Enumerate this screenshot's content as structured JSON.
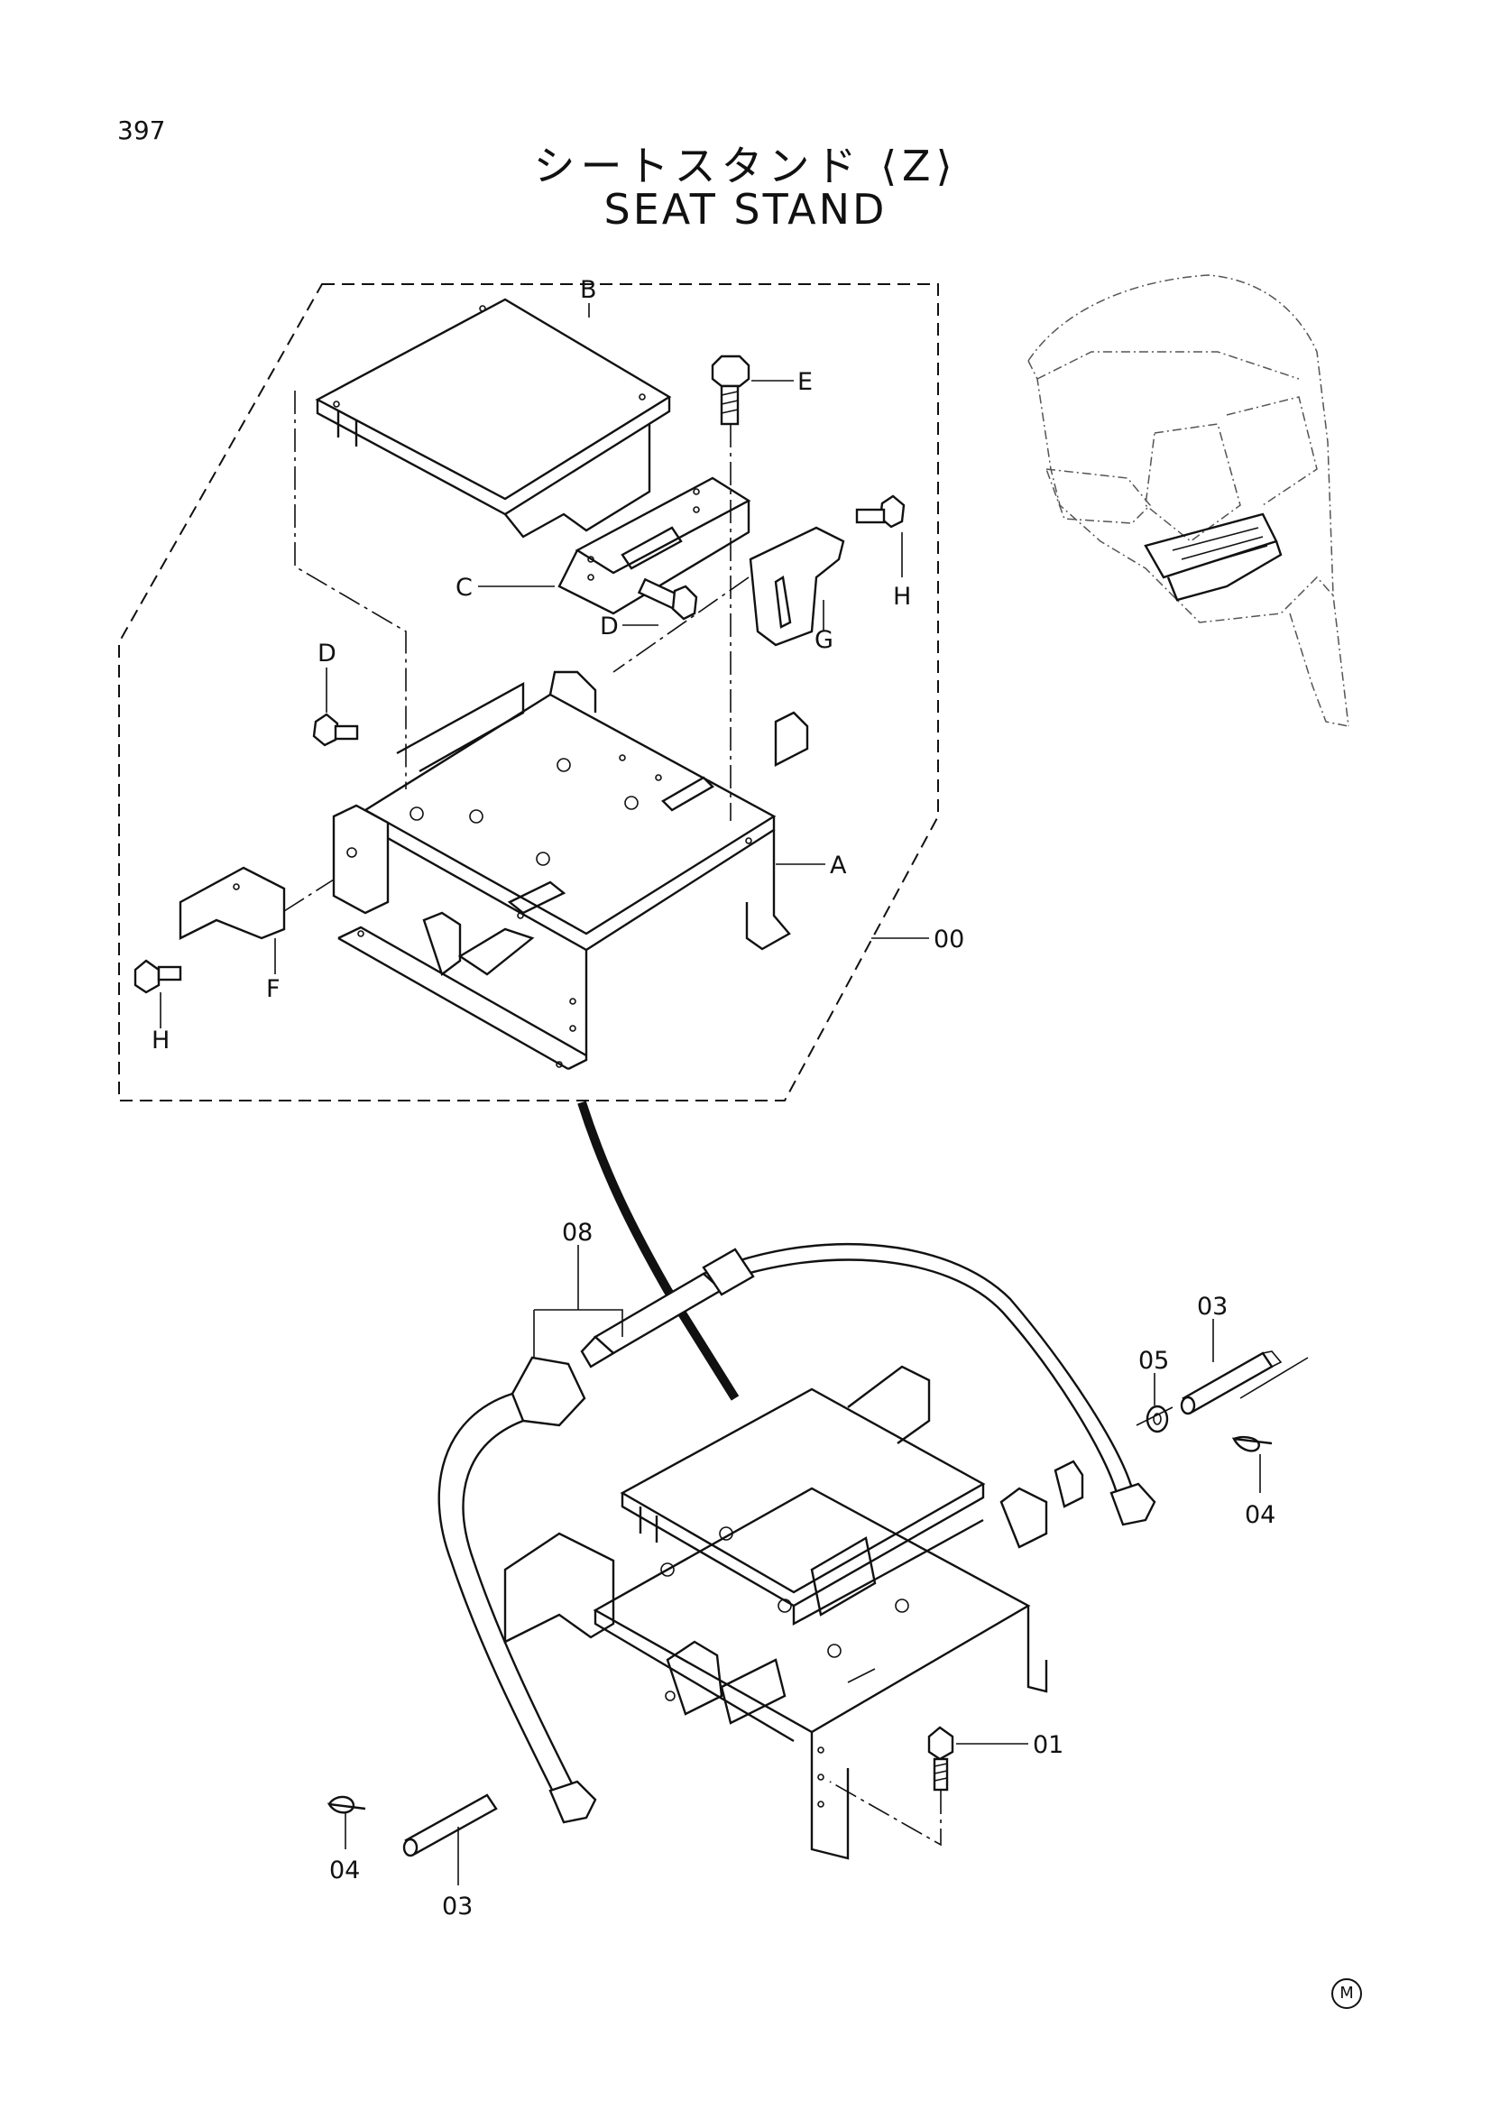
{
  "page_number": "397",
  "title_jp": "シートスタンド ⟨Z⟩",
  "title_en": "SEAT STAND",
  "labels": {
    "A": "A",
    "B": "B",
    "C": "C",
    "D1": "D",
    "D2": "D",
    "E": "E",
    "F": "F",
    "G": "G",
    "H1": "H",
    "H2": "H",
    "p00": "00",
    "p01": "01",
    "p03a": "03",
    "p03b": "03",
    "p04a": "04",
    "p04b": "04",
    "p05": "05",
    "p08": "08"
  },
  "manufacturer_mark": "M"
}
